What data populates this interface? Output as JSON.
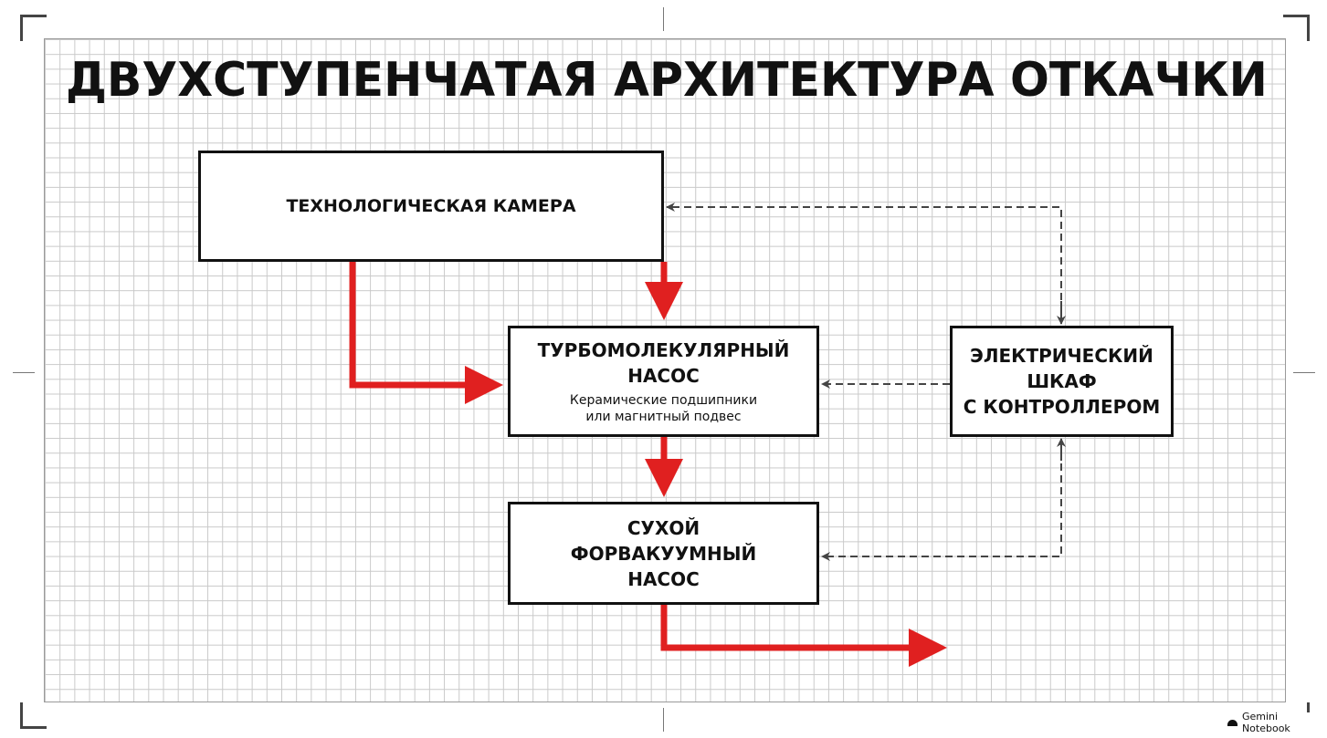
{
  "title": "ДВУХСТУПЕНЧАТАЯ АРХИТЕКТУРА ОТКАЧКИ",
  "nodes": {
    "chamber": {
      "label": "ТЕХНОЛОГИЧЕСКАЯ КАМЕРА"
    },
    "turbo": {
      "label_line1": "ТУРБОМОЛЕКУЛЯРНЫЙ",
      "label_line2": "НАСОС",
      "note_line1": "Керамические подшипники",
      "note_line2": "или магнитный подвес"
    },
    "fore": {
      "label_line1": "СУХОЙ",
      "label_line2": "ФОРВАКУУМНЫЙ",
      "label_line3": "НАСОС"
    },
    "cabinet": {
      "label_line1": "ЭЛЕКТРИЧЕСКИЙ",
      "label_line2": "ШКАФ",
      "label_line3": "С КОНТРОЛЛЕРОМ"
    }
  },
  "colors": {
    "gas_flow": "#e02020",
    "control_link": "#444444",
    "box_border": "#111111",
    "grid": "#c9c9c9"
  },
  "links": [
    {
      "from": "chamber",
      "to": "turbo",
      "kind": "gas_flow"
    },
    {
      "from": "chamber",
      "to": "turbo",
      "kind": "gas_flow"
    },
    {
      "from": "turbo",
      "to": "fore",
      "kind": "gas_flow"
    },
    {
      "from": "fore",
      "to": "exhaust",
      "kind": "gas_flow"
    },
    {
      "from": "cabinet",
      "to": "chamber",
      "kind": "control_link",
      "style": "dashed"
    },
    {
      "from": "cabinet",
      "to": "turbo",
      "kind": "control_link",
      "style": "dashed"
    },
    {
      "from": "cabinet",
      "to": "fore",
      "kind": "control_link",
      "style": "dashed"
    }
  ],
  "watermark": {
    "text": "Gemini Notebook"
  }
}
